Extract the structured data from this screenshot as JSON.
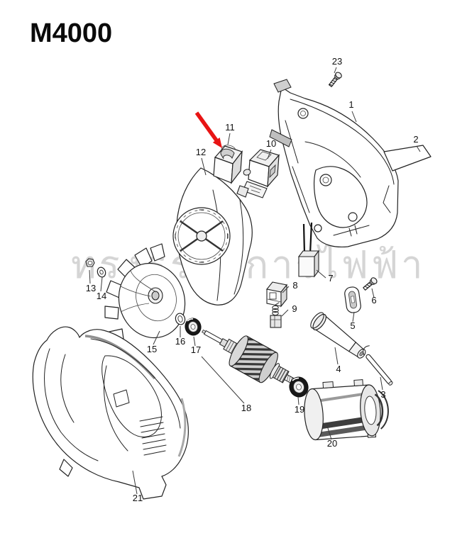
{
  "page": {
    "title": "M4000"
  },
  "watermark": {
    "text": "ทรงธรรมการไฟฟ้า",
    "color": "#d5d5d5"
  },
  "colors": {
    "arrow_red": "#e81414",
    "line": "#222222",
    "title": "#0a0a0a"
  },
  "diagram": {
    "type": "exploded-parts-diagram",
    "part_numbers": [
      "1",
      "2",
      "3",
      "4",
      "5",
      "6",
      "7",
      "8",
      "9",
      "10",
      "11",
      "12",
      "13",
      "14",
      "15",
      "16",
      "17",
      "18",
      "19",
      "20",
      "21",
      "23"
    ]
  }
}
